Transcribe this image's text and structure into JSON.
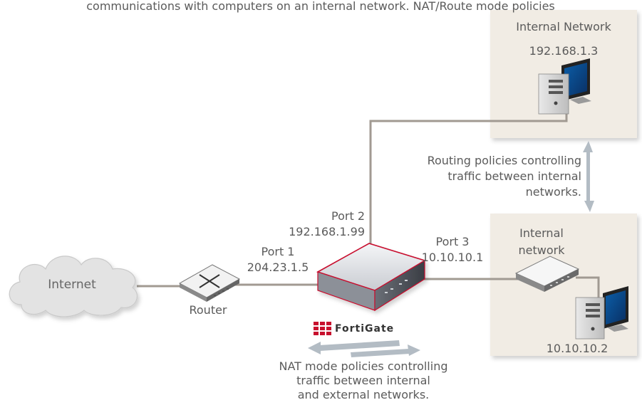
{
  "top_caption": "communications with computers on an internal network. NAT/Route mode policies",
  "internet": {
    "label": "Internet"
  },
  "router": {
    "label": "Router"
  },
  "fortigate": {
    "logo_text": "FortiGate",
    "port1": {
      "name": "Port 1",
      "ip": "204.23.1.5"
    },
    "port2": {
      "name": "Port 2",
      "ip": "192.168.1.99"
    },
    "port3": {
      "name": "Port 3",
      "ip": "10.10.10.1"
    }
  },
  "internal_network_top": {
    "title": "Internal Network",
    "ip": "192.168.1.3"
  },
  "internal_network_bottom": {
    "title_line1": "Internal",
    "title_line2": "network",
    "ip": "10.10.10.2"
  },
  "routing_note": {
    "line1": "Routing policies controlling",
    "line2": "traffic between internal",
    "line3": "networks."
  },
  "nat_note": {
    "line1": "NAT mode policies controlling",
    "line2": "traffic between internal",
    "line3": "and external networks."
  },
  "colors": {
    "zone_fill": "#f1ece4",
    "cable": "#a19a92",
    "arrow": "#b3bcc4",
    "fortigate_red": "#c8102e",
    "cloud_fill": "#e3e3e3"
  }
}
